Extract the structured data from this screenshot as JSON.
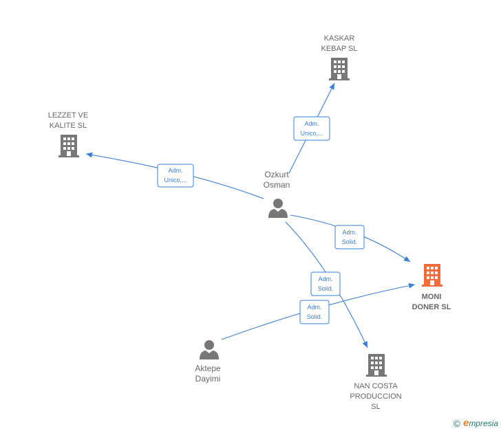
{
  "colors": {
    "edge": "#3a7fd5",
    "company": "#777777",
    "focus_company": "#f26b3a",
    "person": "#777777",
    "label": "#666666"
  },
  "nodes": {
    "kaskar": {
      "label_lines": [
        "KASKAR",
        "KEBAP  SL"
      ],
      "icon": "building-icon"
    },
    "lezzet": {
      "label_lines": [
        "LEZZET VE",
        "KALITE SL"
      ],
      "icon": "building-icon"
    },
    "ozkurt": {
      "label_lines": [
        "Ozkurt",
        "Osman"
      ],
      "icon": "person-icon"
    },
    "moni": {
      "label_lines": [
        "MONI",
        "DONER  SL"
      ],
      "icon": "building-icon"
    },
    "aktepe": {
      "label_lines": [
        "Aktepe",
        "Dayimi"
      ],
      "icon": "person-icon"
    },
    "nancosta": {
      "label_lines": [
        "NAN COSTA",
        "PRODUCCION",
        "SL"
      ],
      "icon": "building-icon"
    }
  },
  "edges": [
    {
      "from": "ozkurt",
      "to": "kaskar",
      "label_lines": [
        "Adm.",
        "Unico,..."
      ]
    },
    {
      "from": "ozkurt",
      "to": "lezzet",
      "label_lines": [
        "Adm.",
        "Unico,..."
      ]
    },
    {
      "from": "ozkurt",
      "to": "moni",
      "label_lines": [
        "Adm.",
        "Solid."
      ]
    },
    {
      "from": "ozkurt",
      "to": "nancosta",
      "label_lines": [
        "Adm.",
        "Solid."
      ]
    },
    {
      "from": "aktepe",
      "to": "moni",
      "label_lines": [
        "Adm.",
        "Solid."
      ]
    }
  ],
  "watermark": {
    "copyright": "©",
    "brand_initial": "e",
    "brand_rest": "mpresia"
  }
}
